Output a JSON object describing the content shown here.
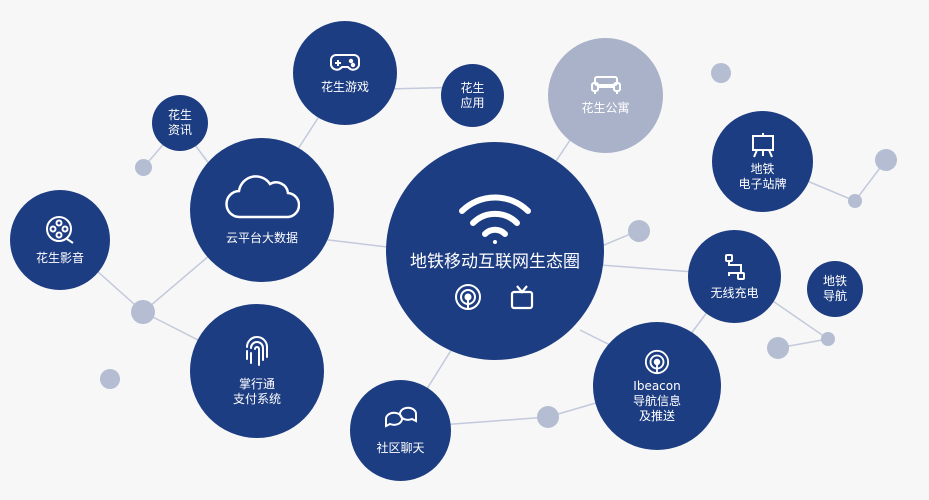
{
  "center": {
    "label": "地铁移动互联网生态圈"
  },
  "nodes": {
    "game": "花生游戏",
    "app": [
      "花生",
      "应用"
    ],
    "apartment": "花生公寓",
    "news": [
      "花生",
      "资讯"
    ],
    "cloud": "云平台大数据",
    "media": "花生影音",
    "sign": [
      "地铁",
      "电子站牌"
    ],
    "charge": "无线充电",
    "nav": [
      "地铁",
      "导航"
    ],
    "pay": [
      "掌行通",
      "支付系统"
    ],
    "chat": "社区聊天",
    "ibeacon": [
      "Ibeacon",
      "导航信息",
      "及推送"
    ]
  },
  "colors": {
    "primary": "#1d3d82",
    "muted": "#a9b2c8",
    "line": "#c3cadb"
  },
  "icons": {
    "center": [
      "wifi-icon",
      "ibeacon-icon",
      "tv-icon"
    ],
    "game": "gamepad-icon",
    "apartment": "sofa-icon",
    "cloud": "cloud-icon",
    "media": "film-reel-icon",
    "sign": "signboard-icon",
    "charge": "charging-cable-icon",
    "pay": "fingerprint-icon",
    "chat": "chat-bubbles-icon",
    "ibeacon": "ibeacon-icon"
  }
}
